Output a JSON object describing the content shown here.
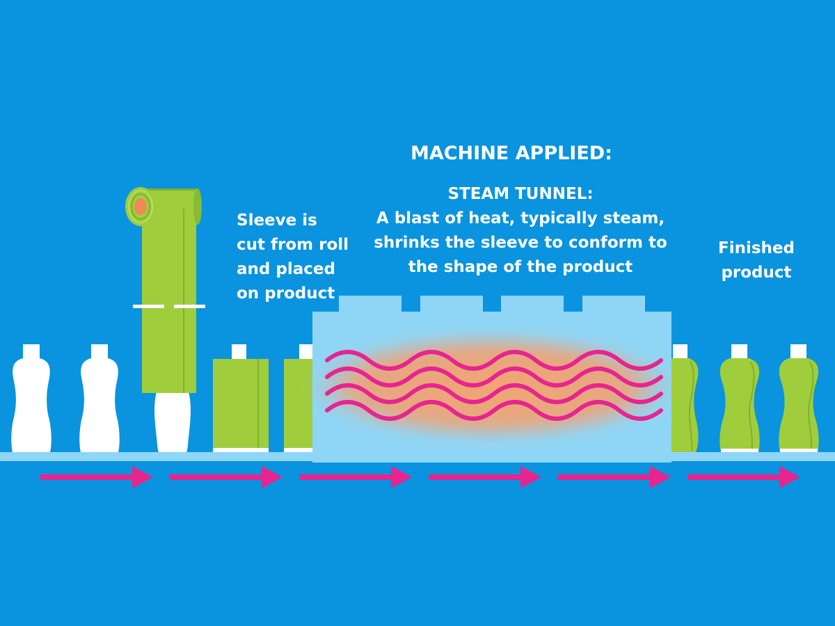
{
  "heading": "MACHINE APPLIED:",
  "steam_tunnel": {
    "title": "STEAM TUNNEL:",
    "lines": [
      "A blast of heat, typically steam,",
      "shrinks the sleeve to conform to",
      "the shape of the product"
    ]
  },
  "sleeve_step": {
    "lines": [
      "Sleeve is",
      "cut from roll",
      "and placed",
      "on product"
    ]
  },
  "finished_step": {
    "lines": [
      "Finished",
      "product"
    ]
  },
  "colors": {
    "background": "#0a93de",
    "conveyor": "#8fd6f6",
    "tunnel": "#8fd6f6",
    "sleeve": "#9fcd3c",
    "bottle": "#ffffff",
    "heat_wave": "#e6258f",
    "arrow": "#e6258f",
    "roll_core": "#f0885a"
  },
  "icons": [
    "sleeve-roll-icon",
    "cut-line-icon",
    "steam-wave-icon",
    "flow-arrow-icon",
    "bottle-icon"
  ]
}
